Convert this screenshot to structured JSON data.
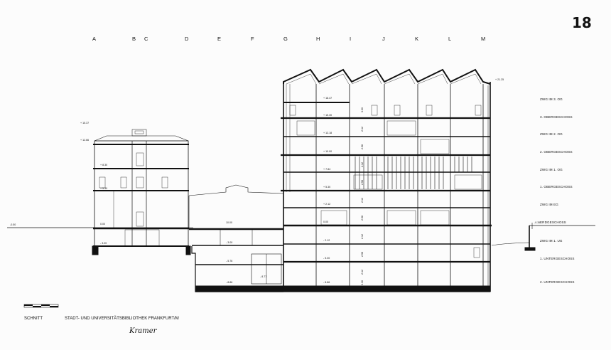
{
  "sheet_number": "18",
  "grid_axes": [
    "A",
    "B",
    "C",
    "D",
    "E",
    "F",
    "G",
    "H",
    "I",
    "J",
    "K",
    "L",
    "M"
  ],
  "floor_labels": [
    "ZWG IM 3. OG",
    "3. OBERGESCHOSS",
    "ZWG IM 2. OG",
    "2. OBERGESCHOSS",
    "ZWG IM 1. OG",
    "1. OBERGESCHOSS",
    "ZWG IM EG",
    "ERDGESCHOSS",
    "ZWG IM 1. UG",
    "1. UNTERGESCHOSS",
    "2. UNTERGESCHOSS"
  ],
  "elevations": {
    "left_ground": "-0.50",
    "right_ground": "-0.35",
    "roof_right": "+ 21.25",
    "old_roof": "+ 15.37",
    "old_eave": "+ 12.66",
    "main": [
      "+ 18.47",
      "+ 15.30",
      "+ 13.18",
      "+ 10.00",
      "+ 7.84",
      "+ 5.30",
      "+ 2.12",
      "0.00",
      "- 2.12",
      "- 5.30",
      "- 8.86"
    ],
    "old": [
      "+ 8.30",
      "+ 5.30",
      "0.00",
      "- 3.00"
    ],
    "mid": [
      "10.00",
      "- 3.00",
      "- 5.76",
      "- 8.86",
      "- 8.77"
    ],
    "heights": [
      "3.00",
      "2.12",
      "2.58",
      "2.12",
      "2.58",
      "2.12",
      "2.58",
      "2.12",
      "2.58",
      "2.12",
      "3.36"
    ]
  },
  "caption": {
    "drawing_type": "SCHNITT",
    "title": "STADT- UND UNIVERSITÄTSBIBLIOTHEK FRANKFURT/M",
    "signature": "Kramer"
  },
  "colors": {
    "ink": "#111111",
    "paper": "#fcfcfc"
  }
}
